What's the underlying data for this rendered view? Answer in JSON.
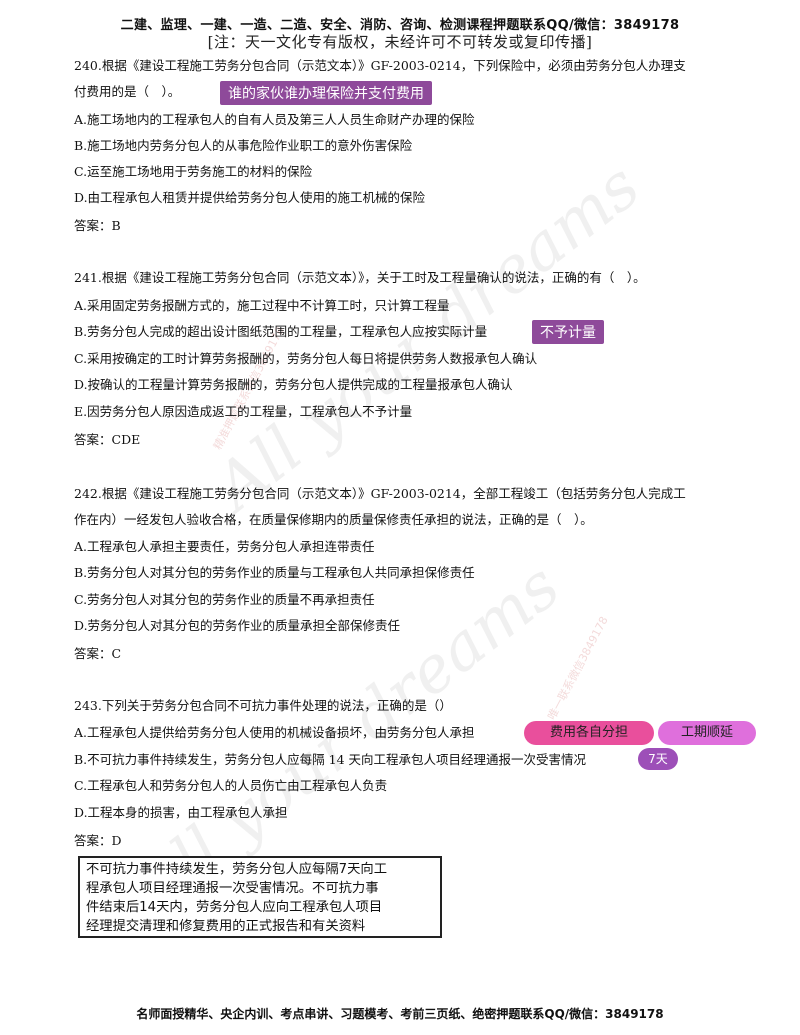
{
  "header": {
    "line1": "二建、监理、一建、一造、二造、安全、消防、咨询、检测课程押题联系QQ/微信：3849178",
    "line2": "[注：天一文化专有版权，未经许可不可转发或复印传播]"
  },
  "watermarks": {
    "large_1": "All your dreams",
    "large_2": "All your dreams",
    "small_1": "精准押题联系微信3849178",
    "small_2": "唯一联系微信3849178"
  },
  "questions": [
    {
      "stem_lines": [
        "240.根据《建设工程施工劳务分包合同（示范文本）》GF-2003-0214，下列保险中，必须由劳务分包人办理支",
        "付费用的是（　）。"
      ],
      "options": [
        "A.施工场地内的工程承包人的自有人员及第三人人员生命财产办理的保险",
        "B.施工场地内劳务分包人的从事危险作业职工的意外伤害保险",
        "C.运至施工场地用于劳务施工的材料的保险",
        "D.由工程承包人租赁并提供给劳务分包人使用的施工机械的保险"
      ],
      "answer": "答案：B"
    },
    {
      "stem_lines": [
        "241.根据《建设工程施工劳务分包合同（示范文本）》，关于工时及工程量确认的说法，正确的有（　）。"
      ],
      "options": [
        "A.采用固定劳务报酬方式的，施工过程中不计算工时，只计算工程量",
        "B.劳务分包人完成的超出设计图纸范围的工程量，工程承包人应按实际计量",
        "C.采用按确定的工时计算劳务报酬的，劳务分包人每日将提供劳务人数报承包人确认",
        "D.按确认的工程量计算劳务报酬的，劳务分包人提供完成的工程量报承包人确认",
        "E.因劳务分包人原因造成返工的工程量，工程承包人不予计量"
      ],
      "answer": "答案：CDE"
    },
    {
      "stem_lines": [
        "242.根据《建设工程施工劳务分包合同（示范文本）》GF-2003-0214，全部工程竣工（包括劳务分包人完成工",
        "作在内）一经发包人验收合格，在质量保修期内的质量保修责任承担的说法，正确的是（　）。"
      ],
      "options": [
        "A.工程承包人承担主要责任，劳务分包人承担连带责任",
        "B.劳务分包人对其分包的劳务作业的质量与工程承包人共同承担保修责任",
        "C.劳务分包人对其分包的劳务作业的质量不再承担责任",
        "D.劳务分包人对其分包的劳务作业的质量承担全部保修责任"
      ],
      "answer": "答案：C"
    },
    {
      "stem_lines": [
        "243.下列关于劳务分包合同不可抗力事件处理的说法，正确的是（）"
      ],
      "options": [
        "A.工程承包人提供给劳务分包人使用的机械设备损坏，由劳务分包人承担",
        "B.不可抗力事件持续发生，劳务分包人应每隔 14 天向工程承包人项目经理通报一次受害情况",
        "C.工程承包人和劳务分包人的人员伤亡由工程承包人负责",
        "D.工程本身的损害，由工程承包人承担"
      ],
      "answer": "答案：D"
    }
  ],
  "annotations": {
    "q240_tag": "谁的家伙谁办理保险并支付费用",
    "q241_tag": "不予计量",
    "q243_pill_cost": "费用各自分担",
    "q243_pill_period": "工期顺延",
    "q243_pill_days": "7天"
  },
  "note_box": {
    "lines": [
      "不可抗力事件持续发生，劳务分包人应每隔7天向工",
      "程承包人项目经理通报一次受害情况。不可抗力事",
      "件结束后14天内，劳务分包人应向工程承包人项目",
      "经理提交清理和修复费用的正式报告和有关资料"
    ]
  },
  "footer": {
    "text": "名师面授精华、央企内训、考点串讲、习题模考、考前三页纸、绝密押题联系QQ/微信：3849178"
  },
  "colors": {
    "tag_purple": "#8e4a9a",
    "pill_pink": "#e94f9c",
    "pill_violet": "#df6fdc",
    "pill_days": "#9d4fb8"
  }
}
